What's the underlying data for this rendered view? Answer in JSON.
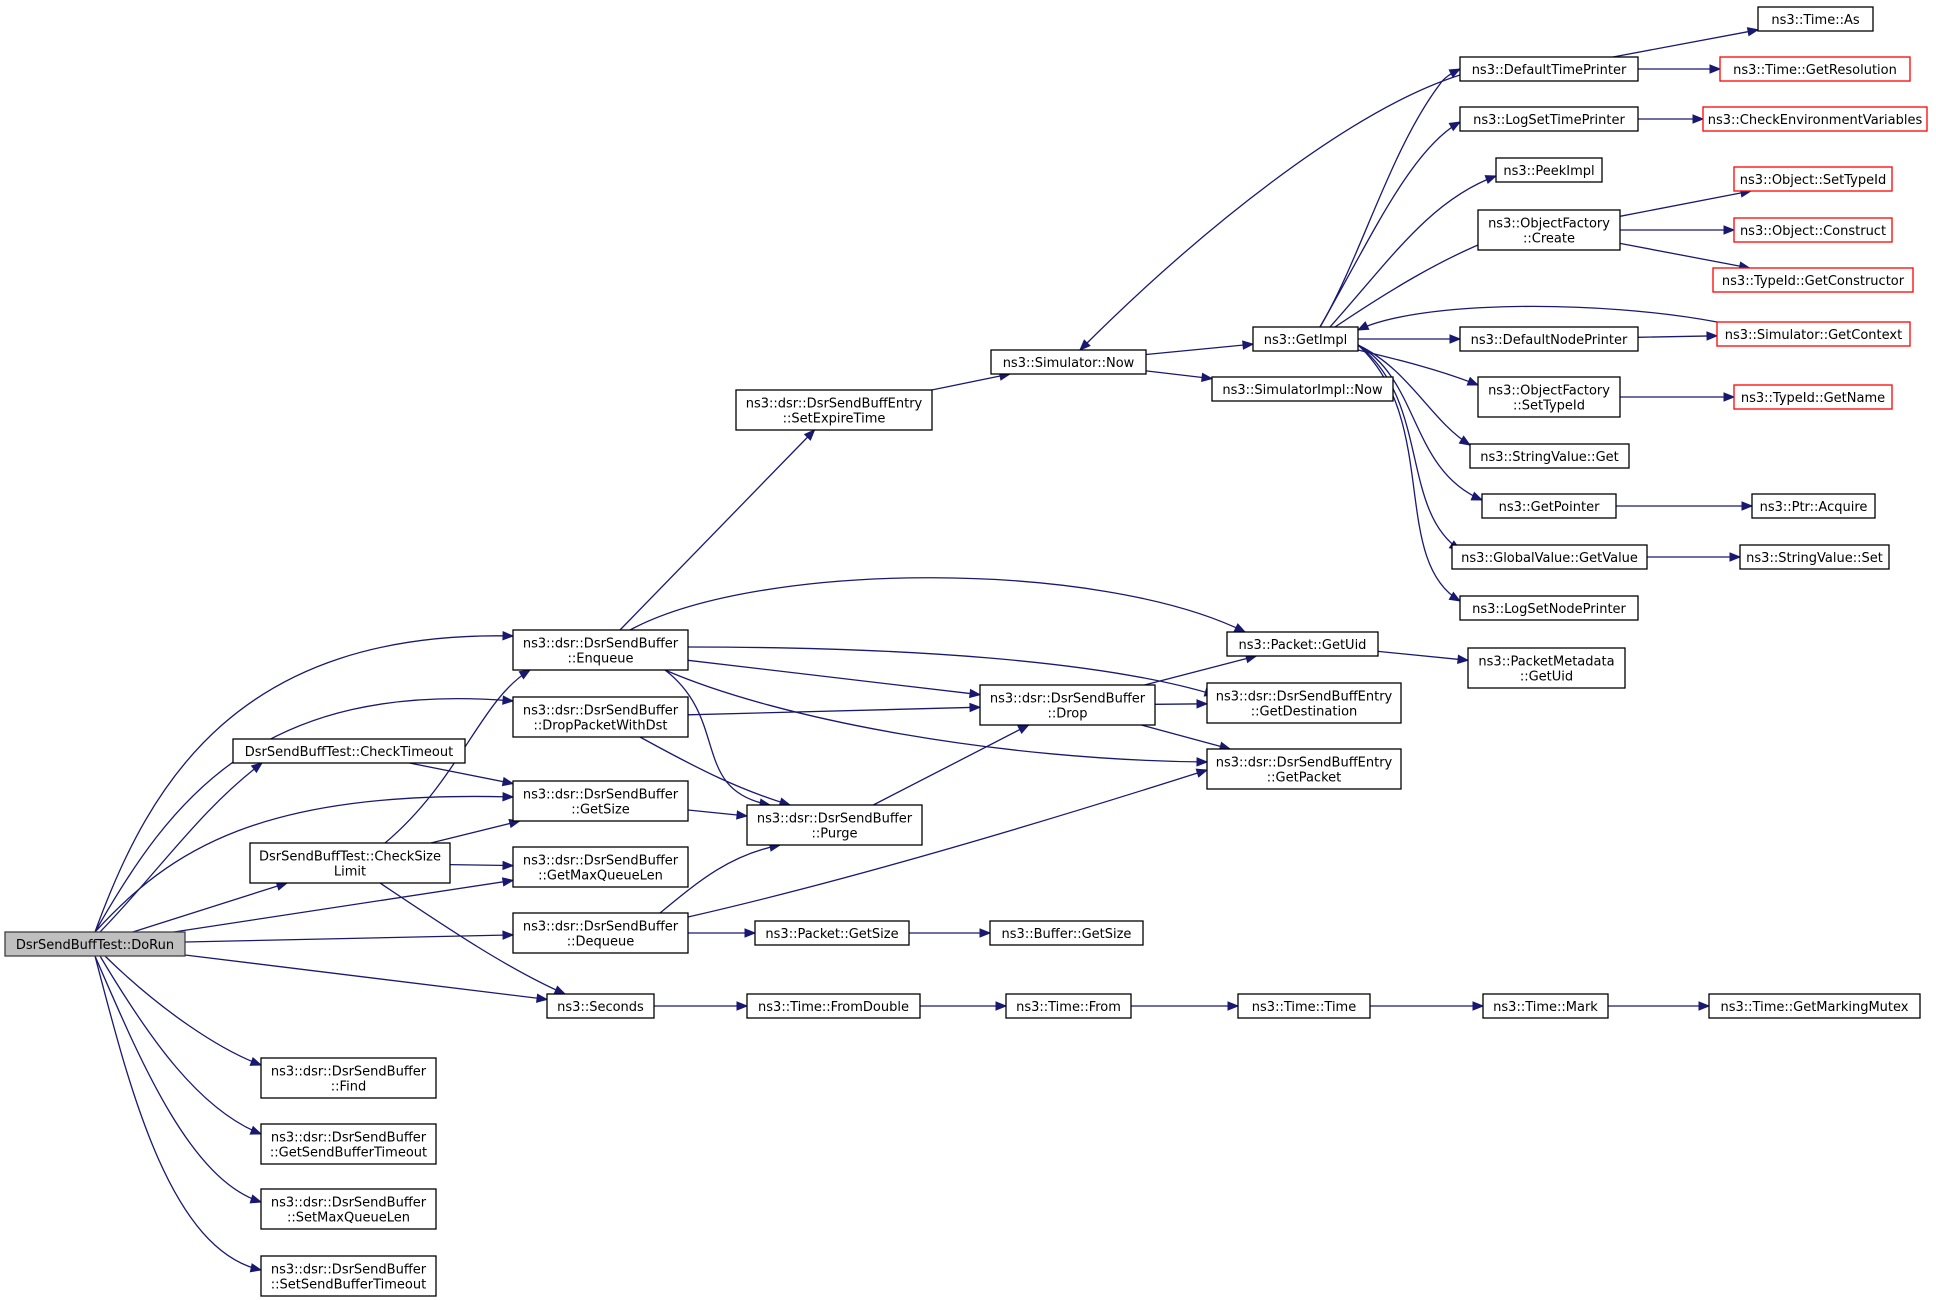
{
  "diagram": {
    "title": "",
    "nodes": [
      {
        "id": "root",
        "lines": [
          "DsrSendBuffTest::DoRun"
        ],
        "style": "root"
      },
      {
        "id": "enqueue",
        "lines": [
          "ns3::dsr::DsrSendBuffer",
          "::Enqueue"
        ]
      },
      {
        "id": "dropPktDst",
        "lines": [
          "ns3::dsr::DsrSendBuffer",
          "::DropPacketWithDst"
        ]
      },
      {
        "id": "checkTimeout",
        "lines": [
          "DsrSendBuffTest::CheckTimeout"
        ]
      },
      {
        "id": "getSize",
        "lines": [
          "ns3::dsr::DsrSendBuffer",
          "::GetSize"
        ]
      },
      {
        "id": "checkSizeLimit",
        "lines": [
          "DsrSendBuffTest::CheckSize",
          "Limit"
        ]
      },
      {
        "id": "getMaxQueueLen",
        "lines": [
          "ns3::dsr::DsrSendBuffer",
          "::GetMaxQueueLen"
        ]
      },
      {
        "id": "dequeue",
        "lines": [
          "ns3::dsr::DsrSendBuffer",
          "::Dequeue"
        ]
      },
      {
        "id": "seconds",
        "lines": [
          "ns3::Seconds"
        ]
      },
      {
        "id": "find",
        "lines": [
          "ns3::dsr::DsrSendBuffer",
          "::Find"
        ]
      },
      {
        "id": "getSendBufferTimeout",
        "lines": [
          "ns3::dsr::DsrSendBuffer",
          "::GetSendBufferTimeout"
        ]
      },
      {
        "id": "setMaxQueueLen",
        "lines": [
          "ns3::dsr::DsrSendBuffer",
          "::SetMaxQueueLen"
        ]
      },
      {
        "id": "setSendBufferTimeout",
        "lines": [
          "ns3::dsr::DsrSendBuffer",
          "::SetSendBufferTimeout"
        ]
      },
      {
        "id": "setExpireTime",
        "lines": [
          "ns3::dsr::DsrSendBuffEntry",
          "::SetExpireTime"
        ]
      },
      {
        "id": "drop",
        "lines": [
          "ns3::dsr::DsrSendBuffer",
          "::Drop"
        ]
      },
      {
        "id": "purge",
        "lines": [
          "ns3::dsr::DsrSendBuffer",
          "::Purge"
        ]
      },
      {
        "id": "packetGetSize",
        "lines": [
          "ns3::Packet::GetSize"
        ]
      },
      {
        "id": "bufferGetSize",
        "lines": [
          "ns3::Buffer::GetSize"
        ]
      },
      {
        "id": "fromDouble",
        "lines": [
          "ns3::Time::FromDouble"
        ]
      },
      {
        "id": "timeFrom",
        "lines": [
          "ns3::Time::From"
        ]
      },
      {
        "id": "timeTime",
        "lines": [
          "ns3::Time::Time"
        ]
      },
      {
        "id": "timeMark",
        "lines": [
          "ns3::Time::Mark"
        ]
      },
      {
        "id": "getMarkingMutex",
        "lines": [
          "ns3::Time::GetMarkingMutex"
        ]
      },
      {
        "id": "simNow",
        "lines": [
          "ns3::Simulator::Now"
        ]
      },
      {
        "id": "getImpl",
        "lines": [
          "ns3::GetImpl"
        ]
      },
      {
        "id": "simImplNow",
        "lines": [
          "ns3::SimulatorImpl::Now"
        ]
      },
      {
        "id": "packetGetUid",
        "lines": [
          "ns3::Packet::GetUid"
        ]
      },
      {
        "id": "getDestination",
        "lines": [
          "ns3::dsr::DsrSendBuffEntry",
          "::GetDestination"
        ]
      },
      {
        "id": "getPacket",
        "lines": [
          "ns3::dsr::DsrSendBuffEntry",
          "::GetPacket"
        ]
      },
      {
        "id": "pktMetaGetUid",
        "lines": [
          "ns3::PacketMetadata",
          "::GetUid"
        ]
      },
      {
        "id": "defaultTimePrinter",
        "lines": [
          "ns3::DefaultTimePrinter"
        ]
      },
      {
        "id": "timeAs",
        "lines": [
          "ns3::Time::As"
        ]
      },
      {
        "id": "getResolution",
        "lines": [
          "ns3::Time::GetResolution"
        ],
        "style": "incomplete"
      },
      {
        "id": "logSetTimePrinter",
        "lines": [
          "ns3::LogSetTimePrinter"
        ]
      },
      {
        "id": "checkEnvVars",
        "lines": [
          "ns3::CheckEnvironmentVariables"
        ],
        "style": "incomplete"
      },
      {
        "id": "peekImpl",
        "lines": [
          "ns3::PeekImpl"
        ]
      },
      {
        "id": "objFactoryCreate",
        "lines": [
          "ns3::ObjectFactory",
          "::Create"
        ]
      },
      {
        "id": "objSetTypeId",
        "lines": [
          "ns3::Object::SetTypeId"
        ],
        "style": "incomplete"
      },
      {
        "id": "objConstruct",
        "lines": [
          "ns3::Object::Construct"
        ],
        "style": "incomplete"
      },
      {
        "id": "typeIdGetCtor",
        "lines": [
          "ns3::TypeId::GetConstructor"
        ],
        "style": "incomplete"
      },
      {
        "id": "defaultNodePrinter",
        "lines": [
          "ns3::DefaultNodePrinter"
        ]
      },
      {
        "id": "simGetContext",
        "lines": [
          "ns3::Simulator::GetContext"
        ],
        "style": "incomplete"
      },
      {
        "id": "objFactorySetTypeId",
        "lines": [
          "ns3::ObjectFactory",
          "::SetTypeId"
        ]
      },
      {
        "id": "typeIdGetName",
        "lines": [
          "ns3::TypeId::GetName"
        ],
        "style": "incomplete"
      },
      {
        "id": "stringValueGet",
        "lines": [
          "ns3::StringValue::Get"
        ]
      },
      {
        "id": "getPointer",
        "lines": [
          "ns3::GetPointer"
        ]
      },
      {
        "id": "ptrAcquire",
        "lines": [
          "ns3::Ptr::Acquire"
        ]
      },
      {
        "id": "globalValueGetValue",
        "lines": [
          "ns3::GlobalValue::GetValue"
        ]
      },
      {
        "id": "stringValueSet",
        "lines": [
          "ns3::StringValue::Set"
        ]
      },
      {
        "id": "logSetNodePrinter",
        "lines": [
          "ns3::LogSetNodePrinter"
        ]
      }
    ],
    "edges": [
      [
        "root",
        "enqueue"
      ],
      [
        "root",
        "dropPktDst"
      ],
      [
        "root",
        "checkTimeout"
      ],
      [
        "root",
        "getSize"
      ],
      [
        "root",
        "checkSizeLimit"
      ],
      [
        "root",
        "getMaxQueueLen"
      ],
      [
        "root",
        "dequeue"
      ],
      [
        "root",
        "seconds"
      ],
      [
        "root",
        "find"
      ],
      [
        "root",
        "getSendBufferTimeout"
      ],
      [
        "root",
        "setMaxQueueLen"
      ],
      [
        "root",
        "setSendBufferTimeout"
      ],
      [
        "enqueue",
        "setExpireTime"
      ],
      [
        "enqueue",
        "packetGetUid"
      ],
      [
        "enqueue",
        "getDestination"
      ],
      [
        "enqueue",
        "drop"
      ],
      [
        "enqueue",
        "getPacket"
      ],
      [
        "enqueue",
        "purge"
      ],
      [
        "dropPktDst",
        "drop"
      ],
      [
        "dropPktDst",
        "purge"
      ],
      [
        "checkTimeout",
        "getSize"
      ],
      [
        "getSize",
        "purge"
      ],
      [
        "checkSizeLimit",
        "enqueue"
      ],
      [
        "checkSizeLimit",
        "getSize"
      ],
      [
        "checkSizeLimit",
        "getMaxQueueLen"
      ],
      [
        "checkSizeLimit",
        "seconds"
      ],
      [
        "dequeue",
        "purge"
      ],
      [
        "dequeue",
        "getPacket"
      ],
      [
        "dequeue",
        "packetGetSize"
      ],
      [
        "seconds",
        "fromDouble"
      ],
      [
        "purge",
        "drop"
      ],
      [
        "drop",
        "packetGetUid"
      ],
      [
        "drop",
        "getDestination"
      ],
      [
        "drop",
        "getPacket"
      ],
      [
        "setExpireTime",
        "simNow"
      ],
      [
        "simNow",
        "getImpl"
      ],
      [
        "simNow",
        "simImplNow"
      ],
      [
        "packetGetUid",
        "pktMetaGetUid"
      ],
      [
        "packetGetSize",
        "bufferGetSize"
      ],
      [
        "fromDouble",
        "timeFrom"
      ],
      [
        "timeFrom",
        "timeTime"
      ],
      [
        "timeTime",
        "timeMark"
      ],
      [
        "timeMark",
        "getMarkingMutex"
      ],
      [
        "getImpl",
        "defaultTimePrinter"
      ],
      [
        "getImpl",
        "logSetTimePrinter"
      ],
      [
        "getImpl",
        "peekImpl"
      ],
      [
        "getImpl",
        "objFactoryCreate"
      ],
      [
        "getImpl",
        "defaultNodePrinter"
      ],
      [
        "getImpl",
        "objFactorySetTypeId"
      ],
      [
        "getImpl",
        "stringValueGet"
      ],
      [
        "getImpl",
        "getPointer"
      ],
      [
        "getImpl",
        "globalValueGetValue"
      ],
      [
        "getImpl",
        "logSetNodePrinter"
      ],
      [
        "defaultTimePrinter",
        "timeAs"
      ],
      [
        "defaultTimePrinter",
        "getResolution"
      ],
      [
        "defaultTimePrinter",
        "simNow"
      ],
      [
        "logSetTimePrinter",
        "checkEnvVars"
      ],
      [
        "objFactoryCreate",
        "objSetTypeId"
      ],
      [
        "objFactoryCreate",
        "objConstruct"
      ],
      [
        "objFactoryCreate",
        "typeIdGetCtor"
      ],
      [
        "defaultNodePrinter",
        "simGetContext"
      ],
      [
        "simGetContext",
        "getImpl"
      ],
      [
        "objFactorySetTypeId",
        "typeIdGetName"
      ],
      [
        "getPointer",
        "ptrAcquire"
      ],
      [
        "globalValueGetValue",
        "stringValueSet"
      ]
    ]
  }
}
